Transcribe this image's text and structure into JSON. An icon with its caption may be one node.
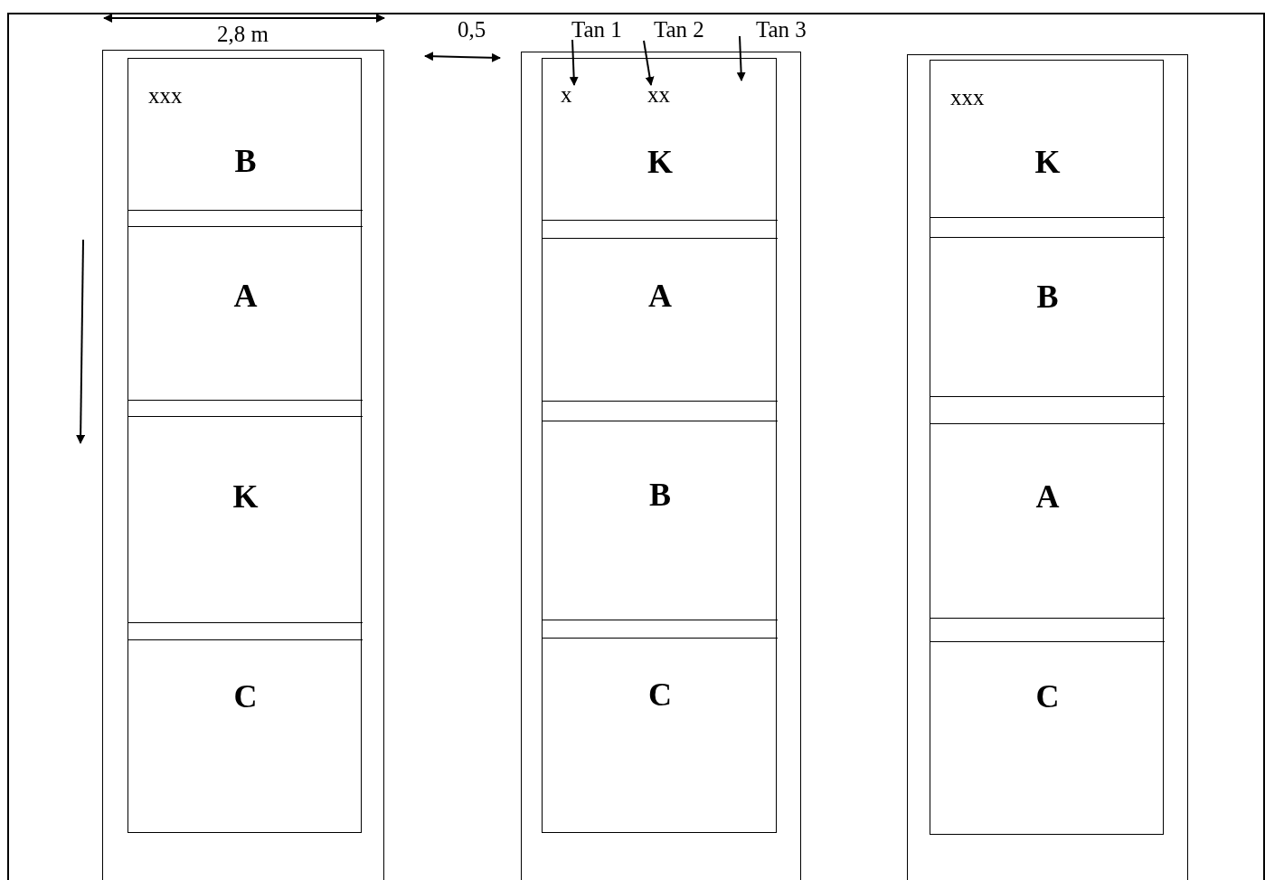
{
  "diagram": {
    "nodes": [
      {
        "text": [],
        "shape": "box"
      },
      {
        "text": [],
        "shape": "box",
        "in": 0
      },
      {
        "text": [
          "xxx",
          "B"
        ],
        "in": 1
      },
      {
        "text": [
          "A"
        ],
        "in": 1
      },
      {
        "text": [
          "K"
        ],
        "in": 1
      },
      {
        "text": [
          "C"
        ],
        "in": 1
      },
      {
        "text": [
          "Tan 1"
        ]
      },
      {
        "text": [
          "Tan 2"
        ]
      },
      {
        "text": [
          "Tan 3"
        ]
      },
      {
        "text": [],
        "shape": "box"
      },
      {
        "text": [],
        "shape": "box",
        "in": 9
      },
      {
        "text": [
          "K"
        ],
        "in": 10
      },
      {
        "text": [
          "x"
        ],
        "in": 11
      },
      {
        "text": [
          "xx"
        ],
        "in": 11
      },
      {
        "text": [
          "A"
        ],
        "in": 10
      },
      {
        "text": [
          "B"
        ],
        "in": 10
      },
      {
        "text": [
          "C"
        ],
        "in": 10
      },
      {
        "text": [],
        "shape": "box"
      },
      {
        "text": [],
        "shape": "box",
        "in": 17
      },
      {
        "text": [
          "xxx",
          "K"
        ],
        "in": 18
      },
      {
        "text": [
          "B"
        ],
        "in": 18
      },
      {
        "text": [
          "A"
        ],
        "in": 18
      },
      {
        "text": [
          "C"
        ],
        "in": 18
      }
    ],
    "edges": [
      {
        "from": 6,
        "to": 12,
        "arrow": "to"
      },
      {
        "from": 7,
        "to": 13,
        "arrow": "to"
      },
      {
        "from": 8,
        "to": 11,
        "arrow": "to"
      }
    ],
    "labels": [
      "2,8 m",
      "0,5"
    ]
  }
}
